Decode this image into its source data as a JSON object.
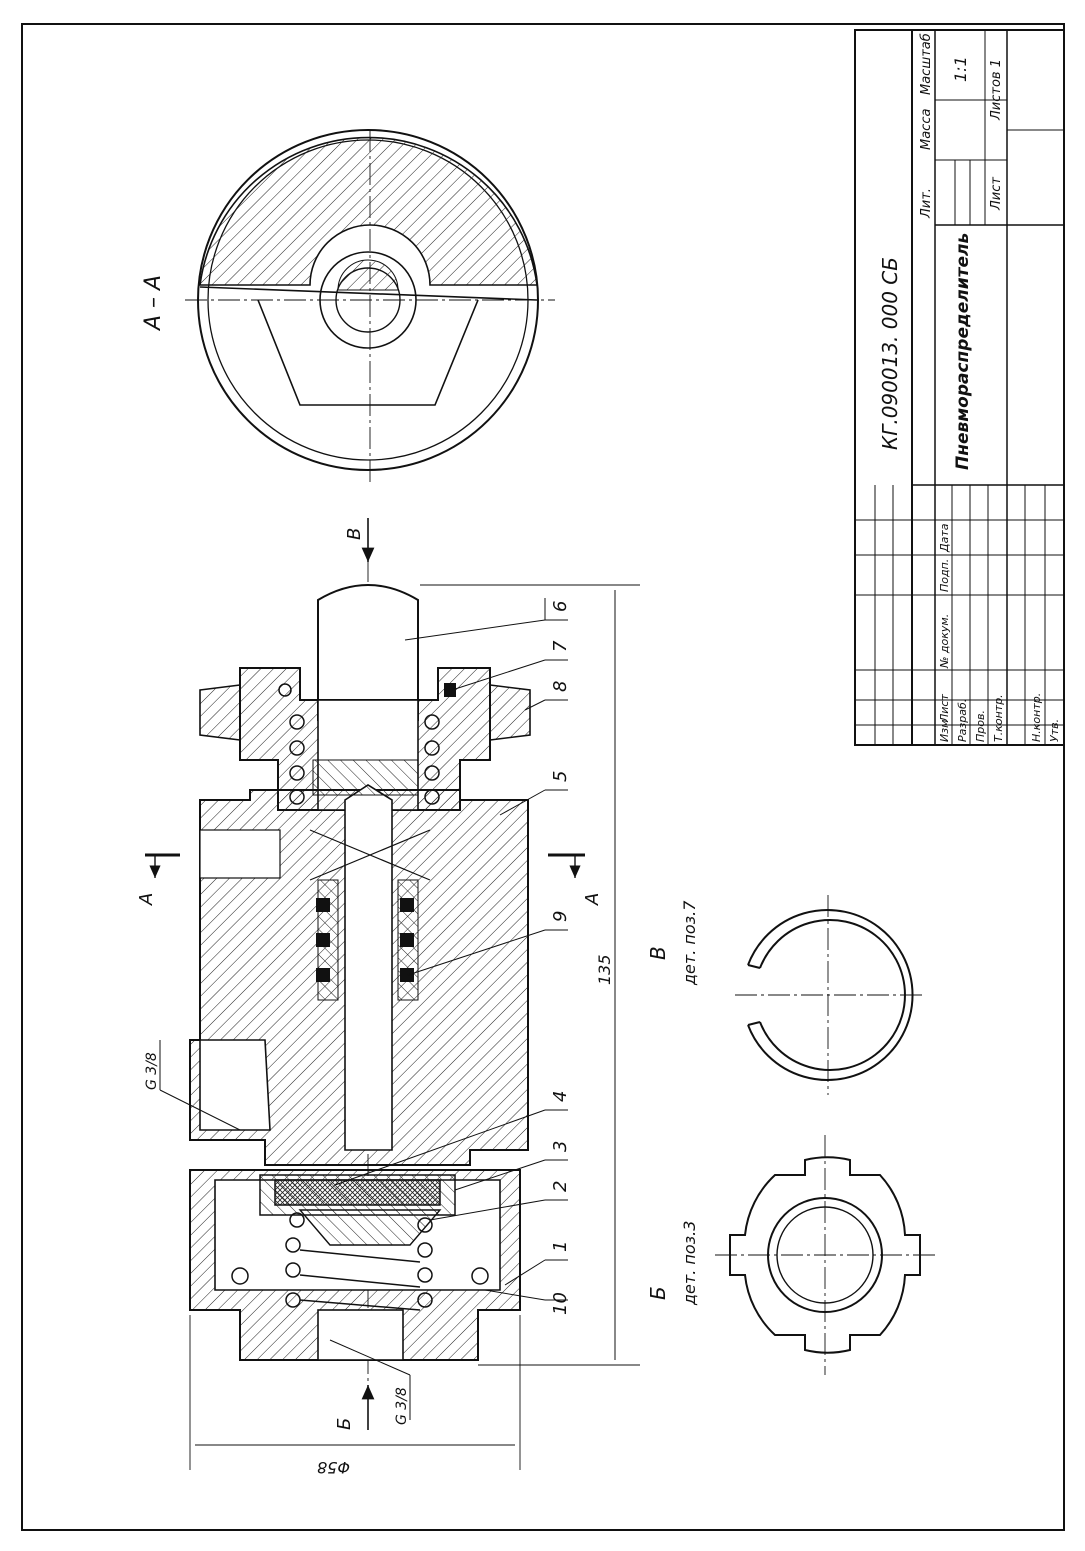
{
  "title_block": {
    "doc_code": "КГ.090013. 000 СБ",
    "name": "Пневмораспределитель",
    "lit": "Лит.",
    "mass": "Масса",
    "scale_label": "Масштаб",
    "scale": "1:1",
    "sheet": "Лист",
    "sheets": "Листов 1",
    "rev_headers": [
      "Изм",
      "Лист",
      "№ докум.",
      "Подп.",
      "Дата"
    ],
    "roles": [
      "Разраб.",
      "Пров.",
      "Т.контр.",
      "Н.контр.",
      "Утв."
    ]
  },
  "views": {
    "section_aa": "А – А",
    "view_v": "В",
    "view_v_caption": "дет. поз.7",
    "view_b": "Б",
    "view_b_caption": "дет. поз.3"
  },
  "cut_markers": {
    "a_left": "А",
    "a_right": "А",
    "arrow_v": "В",
    "arrow_b": "Б"
  },
  "positions": [
    "6",
    "7",
    "8",
    "5",
    "9",
    "4",
    "3",
    "2",
    "1",
    "10"
  ],
  "dimensions": {
    "length": "135",
    "diameter": "Φ58",
    "thread_top": "G 3/8",
    "thread_bottom": "G 3/8"
  }
}
